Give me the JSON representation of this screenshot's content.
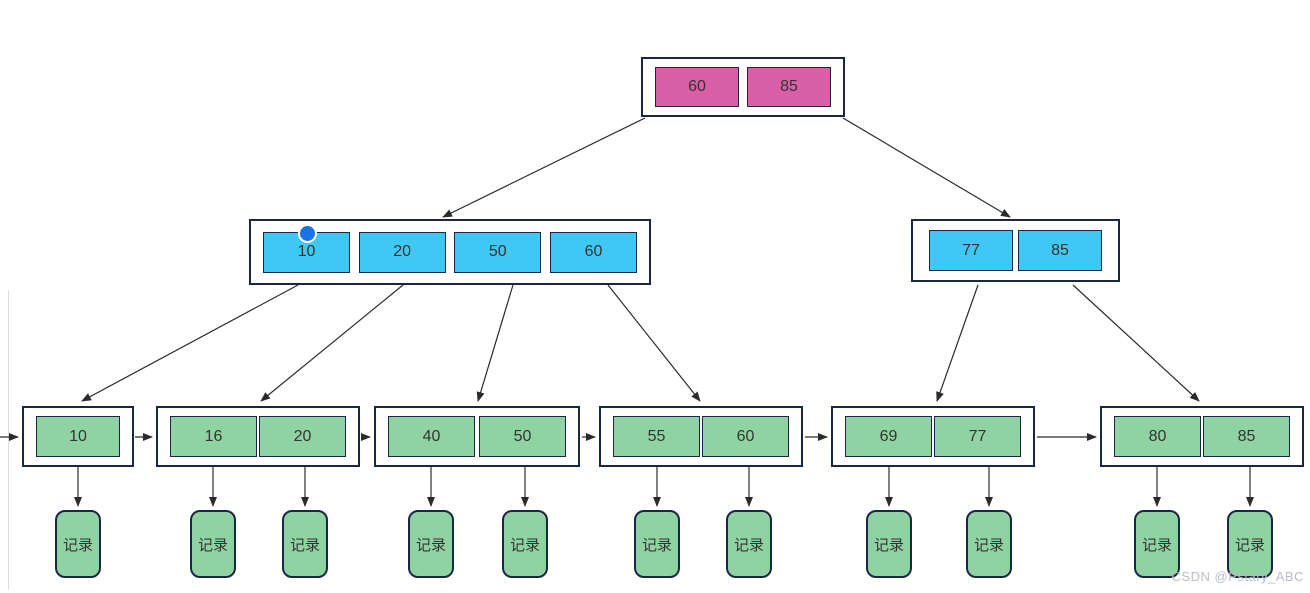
{
  "diagram": {
    "watermark": "CSDN @Pstary_ABC",
    "record_label": "记录",
    "tree": {
      "root": {
        "cells": [
          "60",
          "85"
        ]
      },
      "internal": [
        {
          "cells": [
            "10",
            "20",
            "50",
            "60"
          ]
        },
        {
          "cells": [
            "77",
            "85"
          ]
        }
      ],
      "leaves": [
        {
          "cells": [
            "10"
          ]
        },
        {
          "cells": [
            "16",
            "20"
          ]
        },
        {
          "cells": [
            "40",
            "50"
          ]
        },
        {
          "cells": [
            "55",
            "60"
          ]
        },
        {
          "cells": [
            "69",
            "77"
          ]
        },
        {
          "cells": [
            "80",
            "85"
          ]
        }
      ]
    },
    "colors": {
      "root_cell": "#d960a7",
      "internal_cell": "#3fc8f3",
      "leaf_cell": "#90d3a2",
      "node_border": "#1a2744",
      "arrow": "#2b2b2b",
      "selection_handle": "#1b74e4",
      "watermark_text": "#b8bdc7"
    }
  }
}
